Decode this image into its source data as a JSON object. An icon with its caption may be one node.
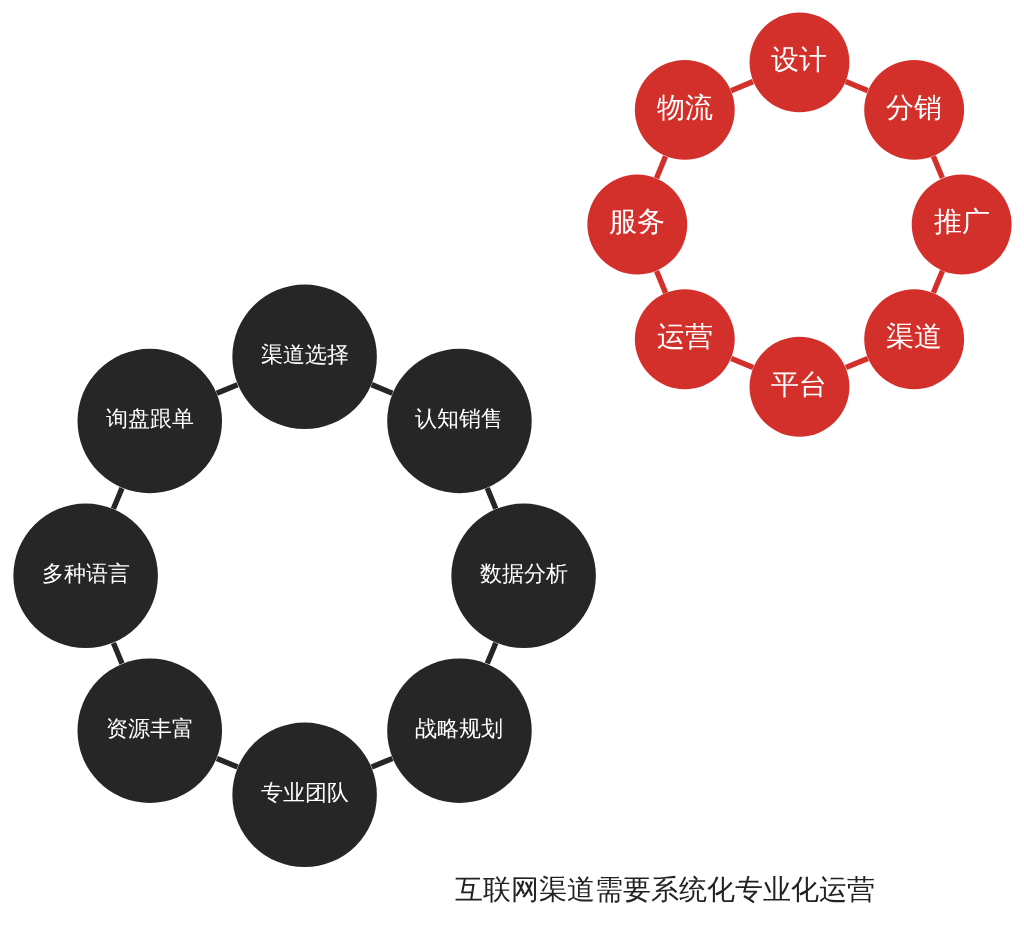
{
  "diagram": {
    "nodes": [
      {
        "text": [
          "渠道"
        ]
      },
      {
        "text": [
          "平台"
        ]
      },
      {
        "text": [
          "运营"
        ]
      },
      {
        "text": [
          "服务"
        ]
      },
      {
        "text": [
          "物流"
        ]
      },
      {
        "text": [
          "设计"
        ]
      },
      {
        "text": [
          "分销"
        ]
      },
      {
        "text": [
          "推广"
        ]
      },
      {
        "text": [
          "战略规划"
        ]
      },
      {
        "text": [
          "专业团队"
        ]
      },
      {
        "text": [
          "资源丰富"
        ]
      },
      {
        "text": [
          "多种语言"
        ]
      },
      {
        "text": [
          "询盘跟单"
        ]
      },
      {
        "text": [
          "渠道选择"
        ]
      },
      {
        "text": [
          "认知销售"
        ]
      },
      {
        "text": [
          "数据分析"
        ]
      }
    ],
    "edges": [
      {
        "from": 0,
        "to": 1,
        "arrow": "none",
        "color": "#d4302b"
      },
      {
        "from": 1,
        "to": 2,
        "arrow": "none",
        "color": "#d4302b"
      },
      {
        "from": 2,
        "to": 3,
        "arrow": "none",
        "color": "#d4302b"
      },
      {
        "from": 3,
        "to": 4,
        "arrow": "none",
        "color": "#d4302b"
      },
      {
        "from": 4,
        "to": 5,
        "arrow": "none",
        "color": "#d4302b"
      },
      {
        "from": 5,
        "to": 6,
        "arrow": "none",
        "color": "#d4302b"
      },
      {
        "from": 6,
        "to": 7,
        "arrow": "none",
        "color": "#d4302b"
      },
      {
        "from": 7,
        "to": 0,
        "arrow": "none",
        "color": "#d4302b"
      },
      {
        "from": 8,
        "to": 9,
        "arrow": "none",
        "color": "#262626"
      },
      {
        "from": 9,
        "to": 10,
        "arrow": "none",
        "color": "#262626"
      },
      {
        "from": 10,
        "to": 11,
        "arrow": "none",
        "color": "#262626"
      },
      {
        "from": 11,
        "to": 12,
        "arrow": "none",
        "color": "#262626"
      },
      {
        "from": 12,
        "to": 13,
        "arrow": "none",
        "color": "#262626"
      },
      {
        "from": 13,
        "to": 14,
        "arrow": "none",
        "color": "#262626"
      },
      {
        "from": 14,
        "to": 15,
        "arrow": "none",
        "color": "#262626"
      },
      {
        "from": 15,
        "to": 8,
        "arrow": "none",
        "color": "#262626"
      }
    ],
    "labels": [
      "互联网渠道需要系统化专业化运营"
    ]
  }
}
